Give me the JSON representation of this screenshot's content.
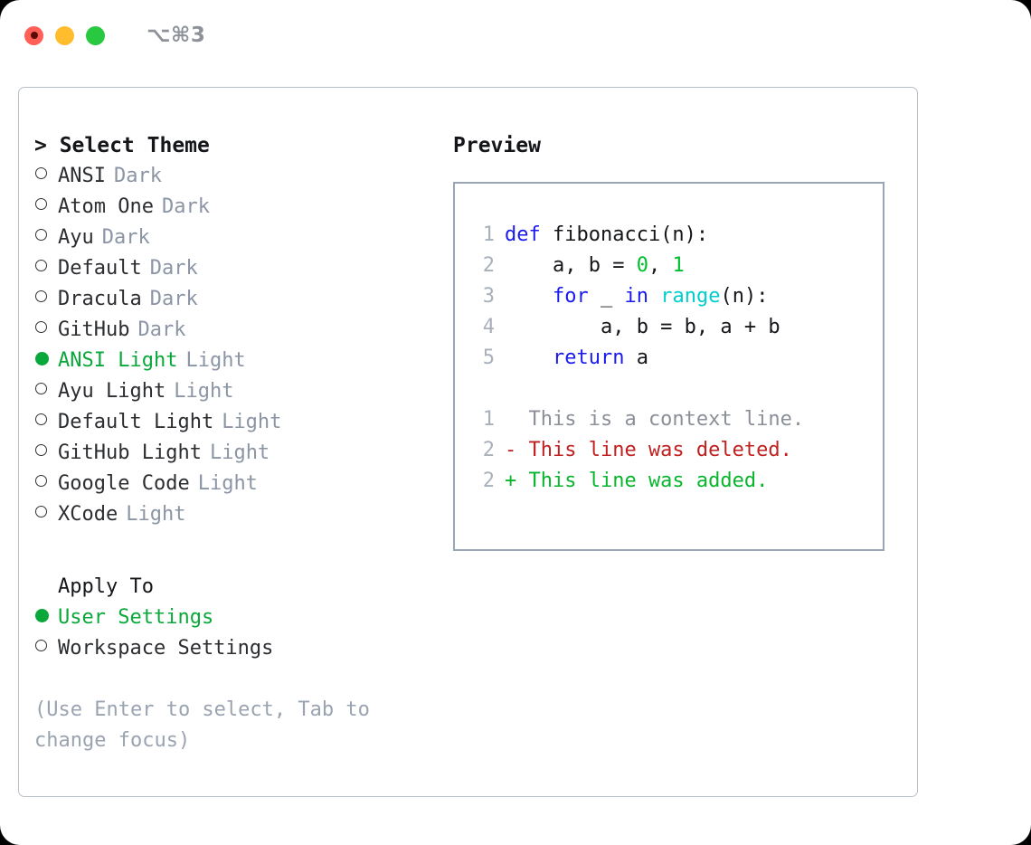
{
  "titlebar": {
    "shortcut": "⌥⌘3",
    "buttons": [
      {
        "name": "close",
        "color": "#ff5f57"
      },
      {
        "name": "minimize",
        "color": "#ffbd2e"
      },
      {
        "name": "maximize",
        "color": "#28c840"
      }
    ]
  },
  "theme_picker": {
    "heading": "> Select Theme",
    "options": [
      {
        "label": "ANSI",
        "badge": "Dark",
        "selected": false
      },
      {
        "label": "Atom One",
        "badge": "Dark",
        "selected": false
      },
      {
        "label": "Ayu",
        "badge": "Dark",
        "selected": false
      },
      {
        "label": "Default",
        "badge": "Dark",
        "selected": false
      },
      {
        "label": "Dracula",
        "badge": "Dark",
        "selected": false
      },
      {
        "label": "GitHub",
        "badge": "Dark",
        "selected": false
      },
      {
        "label": "ANSI Light",
        "badge": "Light",
        "selected": true
      },
      {
        "label": "Ayu Light",
        "badge": "Light",
        "selected": false
      },
      {
        "label": "Default Light",
        "badge": "Light",
        "selected": false
      },
      {
        "label": "GitHub Light",
        "badge": "Light",
        "selected": false
      },
      {
        "label": "Google Code",
        "badge": "Light",
        "selected": false
      },
      {
        "label": "XCode",
        "badge": "Light",
        "selected": false
      }
    ]
  },
  "apply_to": {
    "heading": "Apply To",
    "options": [
      {
        "label": "User Settings",
        "selected": true
      },
      {
        "label": "Workspace Settings",
        "selected": false
      }
    ]
  },
  "hint": "(Use Enter to select, Tab to change focus)",
  "preview": {
    "title": "Preview",
    "code_lines": [
      {
        "no": "1",
        "tokens": [
          {
            "t": "def ",
            "c": "tok-kw"
          },
          {
            "t": "fibonacci(n):",
            "c": "tok-plain"
          }
        ]
      },
      {
        "no": "2",
        "tokens": [
          {
            "t": "    a, b = ",
            "c": "tok-plain"
          },
          {
            "t": "0",
            "c": "tok-num"
          },
          {
            "t": ", ",
            "c": "tok-plain"
          },
          {
            "t": "1",
            "c": "tok-num"
          }
        ]
      },
      {
        "no": "3",
        "tokens": [
          {
            "t": "    ",
            "c": "tok-plain"
          },
          {
            "t": "for",
            "c": "tok-kw"
          },
          {
            "t": " _ ",
            "c": "tok-plain"
          },
          {
            "t": "in",
            "c": "tok-kw"
          },
          {
            "t": " ",
            "c": "tok-plain"
          },
          {
            "t": "range",
            "c": "tok-fn"
          },
          {
            "t": "(n):",
            "c": "tok-plain"
          }
        ]
      },
      {
        "no": "4",
        "tokens": [
          {
            "t": "        a, b = b, a + b",
            "c": "tok-plain"
          }
        ]
      },
      {
        "no": "5",
        "tokens": [
          {
            "t": "    ",
            "c": "tok-plain"
          },
          {
            "t": "return",
            "c": "tok-kw"
          },
          {
            "t": " a",
            "c": "tok-plain"
          }
        ]
      }
    ],
    "diff_lines": [
      {
        "no": "1",
        "tokens": [
          {
            "t": "  This is a context line.",
            "c": "diff-ctx"
          }
        ]
      },
      {
        "no": "2",
        "tokens": [
          {
            "t": "- This line was deleted.",
            "c": "diff-del"
          }
        ]
      },
      {
        "no": "2",
        "tokens": [
          {
            "t": "+ This line was added.",
            "c": "diff-add"
          }
        ]
      }
    ]
  },
  "colors": {
    "accent_green": "#0aa83a",
    "keyword_blue": "#1a1aee",
    "number_green": "#00bf2e",
    "function_cyan": "#00cdcd",
    "diff_delete_red": "#c02020",
    "diff_add_green": "#0ab52e",
    "muted_gray": "#8b95a5",
    "panel_border": "#b8bfc9",
    "preview_border": "#9aa5b5"
  }
}
